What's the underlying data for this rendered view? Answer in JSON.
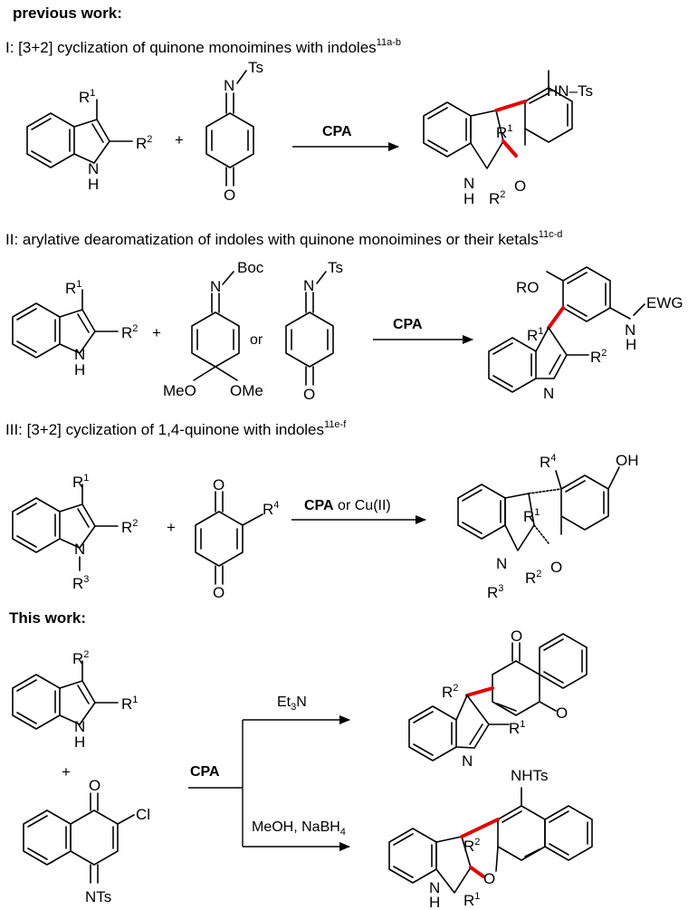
{
  "headings": {
    "previous_work": "previous work:",
    "this_work": "This work:"
  },
  "sections": {
    "I": {
      "text": "I:  [3+2] cyclization of quinone monoimines with indoles",
      "ref": "11a-b"
    },
    "II": {
      "text": "II: arylative dearomatization of indoles with quinone monoimines or their ketals",
      "ref": "11c-d"
    },
    "III": {
      "text": "III: [3+2] cyclization of 1,4-quinone with indoles",
      "ref": "11e-f"
    }
  },
  "reagents": {
    "cpa": "CPA",
    "or": "or",
    "cu": "Cu(II)",
    "et3n": "Et3N",
    "meoh_nabh4": "MeOH, NaBH4",
    "plus": "+"
  },
  "labels": {
    "ts": "Ts",
    "boc": "Boc",
    "hn_ts": "HN–Ts",
    "nhts": "NHTs",
    "nts": "NTs",
    "ro": "RO",
    "ewg": "EWG",
    "oh": "OH",
    "cl": "Cl",
    "meo": "MeO",
    "ome": "OMe",
    "n": "N",
    "h": "H",
    "o": "O"
  }
}
